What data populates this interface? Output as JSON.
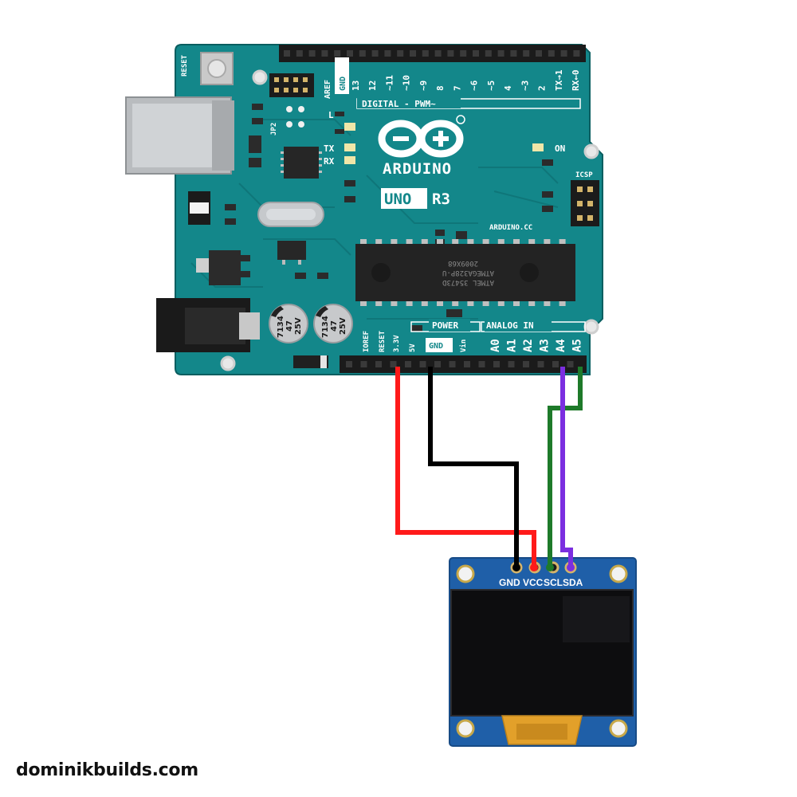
{
  "board": {
    "brand": "ARDUINO",
    "model": "UNO",
    "revision": "R3",
    "website": "ARDUINO.CC",
    "digital_header_label": "DIGITAL - PWM~",
    "power_header_label": "POWER",
    "analog_header_label": "ANALOG IN",
    "icsp_label": "ICSP",
    "on_label": "ON",
    "reset_label": "RESET",
    "jp_label": "JP2",
    "led_labels": {
      "l": "L",
      "tx": "TX",
      "rx": "RX"
    },
    "aref_label": "AREF",
    "gnd_top_label": "GND",
    "digital_pins": [
      "13",
      "12",
      "~11",
      "~10",
      "~9",
      "8",
      "7",
      "~6",
      "~5",
      "4",
      "~3",
      "2",
      "TX→1",
      "RX←0"
    ],
    "power_pins": [
      "IOREF",
      "RESET",
      "3.3V",
      "5V",
      "GND",
      "Vin"
    ],
    "analog_pins": [
      "A0",
      "A1",
      "A2",
      "A3",
      "A4",
      "A5"
    ],
    "chip_lines": [
      "ATMEL 35473D",
      "ATMEGA328P-U",
      "2009X68"
    ],
    "capacitor_lines": [
      "7134",
      "47",
      "25V"
    ],
    "colors": {
      "pcb": "#13878a",
      "pcb_dark": "#0d6f72",
      "silk": "#ffffff"
    }
  },
  "oled": {
    "pins": [
      "GND",
      "VCC",
      "SCL",
      "SDA"
    ],
    "colors": {
      "pcb": "#1f5fa8",
      "screen": "#0d0d0f"
    }
  },
  "wires": [
    {
      "from": "3.3V",
      "to": "VCC",
      "color": "#ff1a1a"
    },
    {
      "from": "GND",
      "to": "GND",
      "color": "#000000"
    },
    {
      "from": "A5",
      "to": "SCL",
      "color": "#1e7a2a"
    },
    {
      "from": "A4",
      "to": "SDA",
      "color": "#7b2ee0"
    }
  ],
  "footer": {
    "site": "dominikbuilds.com"
  }
}
